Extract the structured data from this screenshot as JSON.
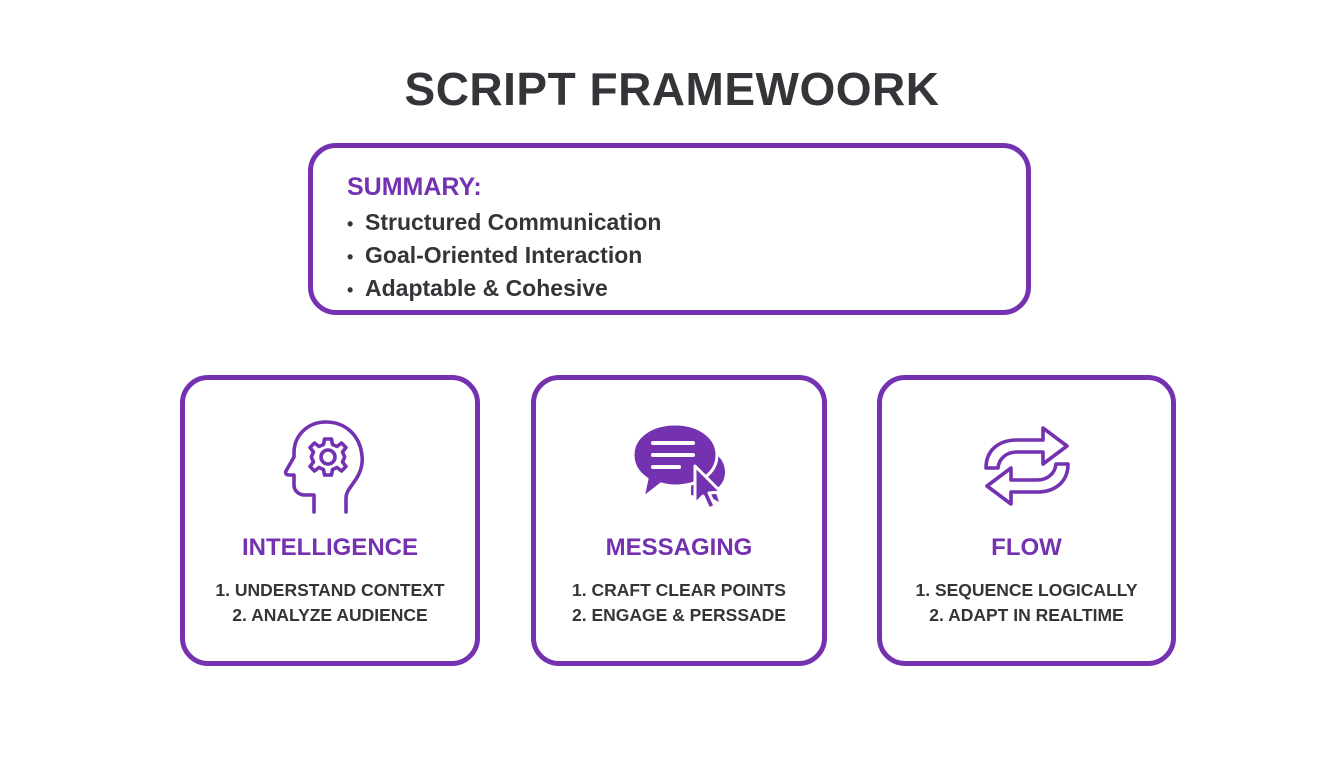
{
  "title": "SCRIPT FRAMEWOORK",
  "colors": {
    "accent": "#7432b0",
    "text": "#333538",
    "background": "#ffffff"
  },
  "summary": {
    "heading": "SUMMARY:",
    "items": [
      "Structured Communication",
      "Goal-Oriented Interaction",
      "Adaptable & Cohesive"
    ]
  },
  "cards": [
    {
      "icon": "head-gear-icon",
      "title": "INTELLIGENCE",
      "points": [
        "1. UNDERSTAND CONTEXT",
        "2. ANALYZE AUDIENCE"
      ]
    },
    {
      "icon": "chat-bubble-cursor-icon",
      "title": "MESSAGING",
      "points": [
        "1. CRAFT CLEAR POINTS",
        "2. ENGAGE & PERSSADE"
      ]
    },
    {
      "icon": "cycle-arrows-icon",
      "title": "FLOW",
      "points": [
        "1. SEQUENCE LOGICALLY",
        "2. ADAPT IN REALTIME"
      ]
    }
  ]
}
